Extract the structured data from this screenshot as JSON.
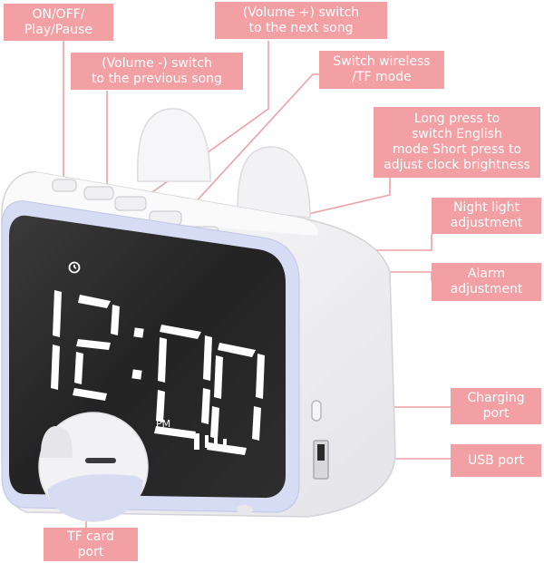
{
  "labels": {
    "power": [
      "ON/OFF/",
      "Play/Pause"
    ],
    "volume_up": [
      "(Volume +) switch",
      "to the next song"
    ],
    "volume_down": [
      "(Volume -) switch",
      "to the previous song"
    ],
    "mode": [
      "Switch wireless",
      "/TF mode"
    ],
    "language": [
      "Long press to",
      "switch English",
      "mode Short press to",
      "adjust clock brightness"
    ],
    "night_light": [
      "Night light",
      "adjustment"
    ],
    "alarm": [
      "Alarm",
      "adjustment"
    ],
    "charging": [
      "Charging",
      "port"
    ],
    "usb": [
      "USB port"
    ],
    "tf_card": [
      "TF card",
      "port"
    ]
  },
  "display": {
    "period": "PM"
  },
  "colors": {
    "label_bg": "#f3a0a4",
    "leader_line": "#f0a0a4",
    "clock_body": "#f4f4f6",
    "bezel": "#d6dcf4",
    "screen": "#262626",
    "led": "#ffffff"
  }
}
